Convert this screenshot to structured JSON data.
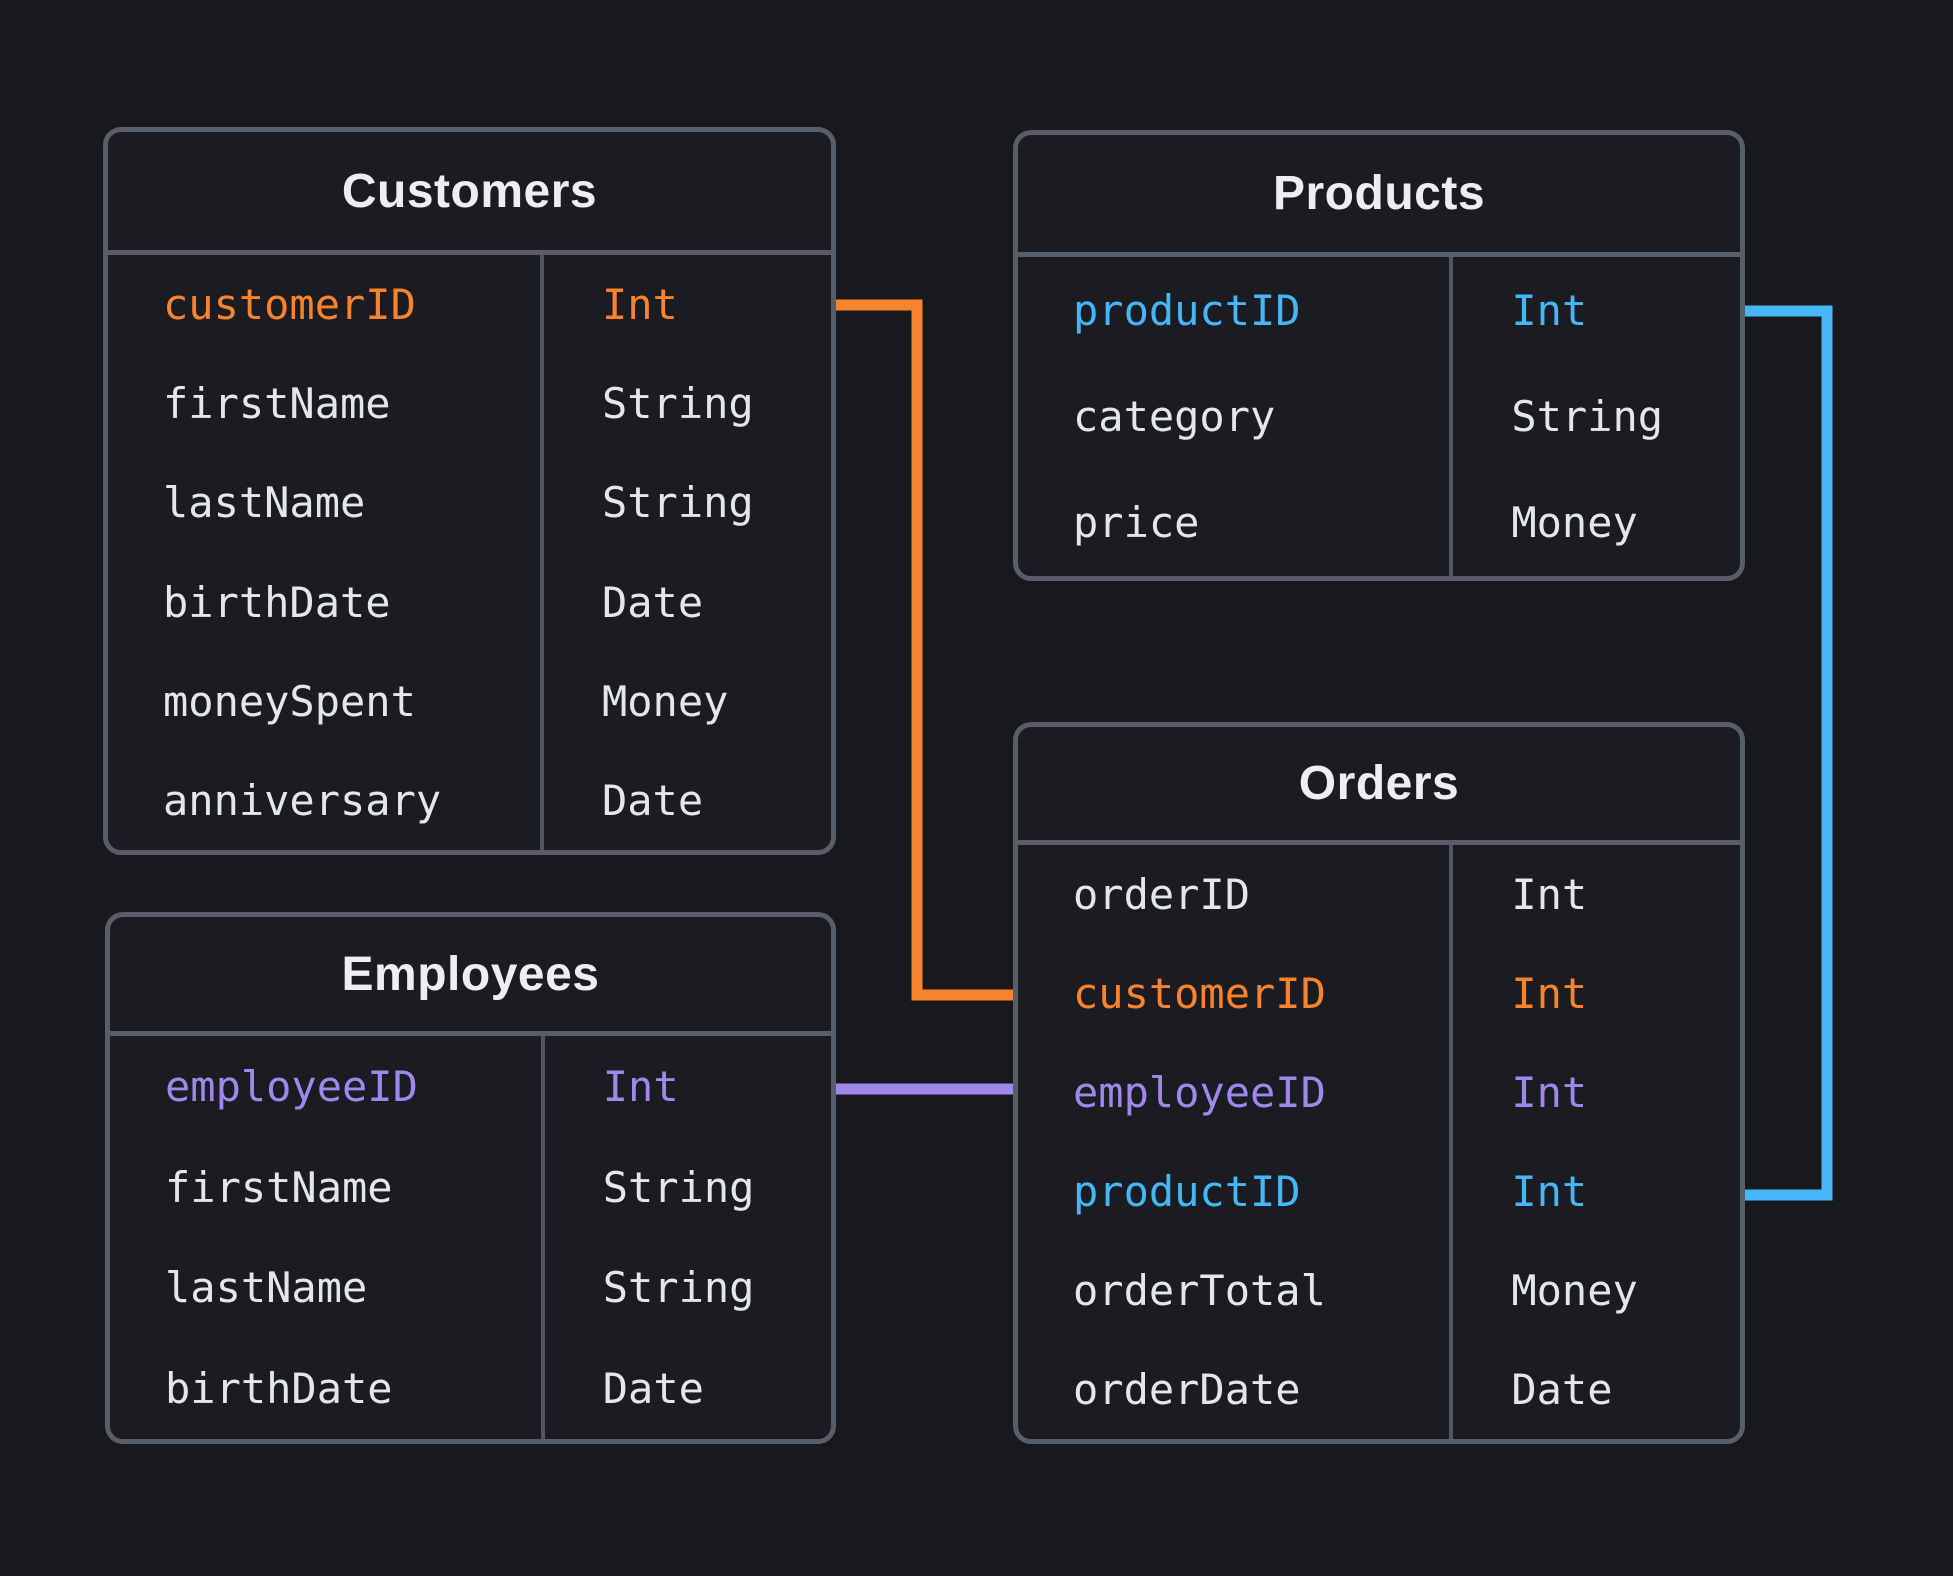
{
  "colors": {
    "background": "#18191d",
    "table_fill": "#1b1c21",
    "border": "#575e69",
    "text": "#e3e6ea",
    "orange": "#f9822d",
    "blue": "#45b6f7",
    "purple": "#9e88eb"
  },
  "tables": [
    {
      "id": "customers",
      "title": "Customers",
      "rows": [
        {
          "name": "customerID",
          "type": "Int",
          "color": "orange"
        },
        {
          "name": "firstName",
          "type": "String",
          "color": "default"
        },
        {
          "name": "lastName",
          "type": "String",
          "color": "default"
        },
        {
          "name": "birthDate",
          "type": "Date",
          "color": "default"
        },
        {
          "name": "moneySpent",
          "type": "Money",
          "color": "default"
        },
        {
          "name": "anniversary",
          "type": "Date",
          "color": "default"
        }
      ]
    },
    {
      "id": "products",
      "title": "Products",
      "rows": [
        {
          "name": "productID",
          "type": "Int",
          "color": "blue"
        },
        {
          "name": "category",
          "type": "String",
          "color": "default"
        },
        {
          "name": "price",
          "type": "Money",
          "color": "default"
        }
      ]
    },
    {
      "id": "employees",
      "title": "Employees",
      "rows": [
        {
          "name": "employeeID",
          "type": "Int",
          "color": "purple"
        },
        {
          "name": "firstName",
          "type": "String",
          "color": "default"
        },
        {
          "name": "lastName",
          "type": "String",
          "color": "default"
        },
        {
          "name": "birthDate",
          "type": "Date",
          "color": "default"
        }
      ]
    },
    {
      "id": "orders",
      "title": "Orders",
      "rows": [
        {
          "name": "orderID",
          "type": "Int",
          "color": "default"
        },
        {
          "name": "customerID",
          "type": "Int",
          "color": "orange"
        },
        {
          "name": "employeeID",
          "type": "Int",
          "color": "purple"
        },
        {
          "name": "productID",
          "type": "Int",
          "color": "blue"
        },
        {
          "name": "orderTotal",
          "type": "Money",
          "color": "default"
        },
        {
          "name": "orderDate",
          "type": "Date",
          "color": "default"
        }
      ]
    }
  ],
  "relationships": [
    {
      "from": "Customers.customerID",
      "to": "Orders.customerID",
      "color": "orange"
    },
    {
      "from": "Employees.employeeID",
      "to": "Orders.employeeID",
      "color": "purple"
    },
    {
      "from": "Products.productID",
      "to": "Orders.productID",
      "color": "blue"
    }
  ]
}
